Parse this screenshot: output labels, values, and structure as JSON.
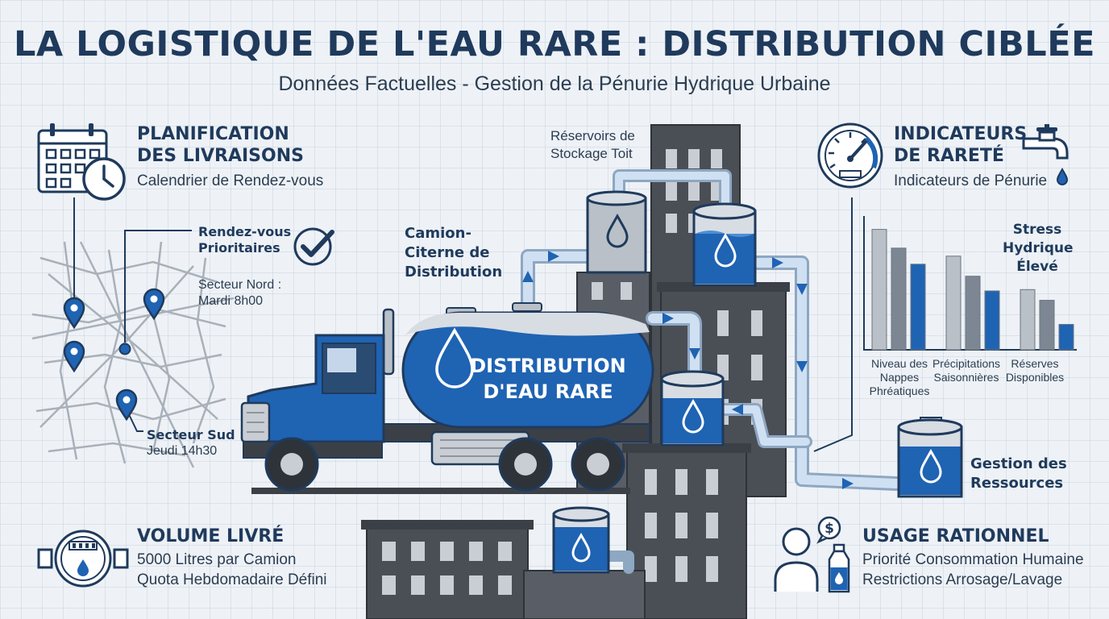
{
  "header": {
    "title": "LA LOGISTIQUE DE L'EAU RARE : DISTRIBUTION CIBLÉE",
    "subtitle": "Données Factuelles - Gestion de la Pénurie Hydrique Urbaine"
  },
  "planning": {
    "title": "PLANIFICATION\nDES LIVRAISONS",
    "subtitle": "Calendrier de Rendez-vous",
    "priority_label": "Rendez-vous\nPrioritaires",
    "north_label": "Secteur Nord :\nMardi 8h00",
    "south_title": "Secteur Sud :",
    "south_time": "Jeudi 14h30"
  },
  "truck": {
    "label": "Camion-\nCiterne de\nDistribution",
    "tank_text": "DISTRIBUTION\nD'EAU RARE"
  },
  "reservoirs": {
    "label": "Réservoirs de\nStockage Toit"
  },
  "indicators": {
    "title": "INDICATEURS\nDE RARETÉ",
    "subtitle": "Indicateurs de Pénurie",
    "stress_label": "Stress\nHydrique\nÉlevé",
    "chart_data": {
      "type": "bar",
      "categories": [
        "Niveau des\nNappes\nPhréatiques",
        "Précipitations\nSaisonnières",
        "Réserves\nDisponibles"
      ],
      "series": [
        {
          "values": [
            0.9,
            0.7,
            0.45
          ]
        },
        {
          "values": [
            0.76,
            0.55,
            0.37
          ]
        },
        {
          "values": [
            0.64,
            0.44,
            0.19
          ]
        }
      ],
      "colors": [
        "#b9c0c7",
        "#7d8794",
        "#1f63b3"
      ],
      "ylim": [
        0,
        1
      ],
      "grid": false
    }
  },
  "resources": {
    "label": "Gestion des\nRessources"
  },
  "volume": {
    "title": "VOLUME LIVRÉ",
    "line1": "5000 Litres par Camion",
    "line2": "Quota Hebdomadaire Défini"
  },
  "usage": {
    "title": "USAGE RATIONNEL",
    "line1": "Priorité Consommation Humaine",
    "line2": "Restrictions Arrosage/Lavage"
  },
  "colors": {
    "navy": "#1f3a5c",
    "blue": "#1f63b3",
    "dark_building": "#4a4f56",
    "pipe": "#b8cde4"
  },
  "icons": [
    "calendar-clock-icon",
    "checkmark-icon",
    "map-pin-icon",
    "gauge-icon",
    "faucet-icon",
    "water-drop-icon",
    "water-meter-icon",
    "person-icon",
    "money-bubble-icon",
    "water-bottle-icon"
  ]
}
